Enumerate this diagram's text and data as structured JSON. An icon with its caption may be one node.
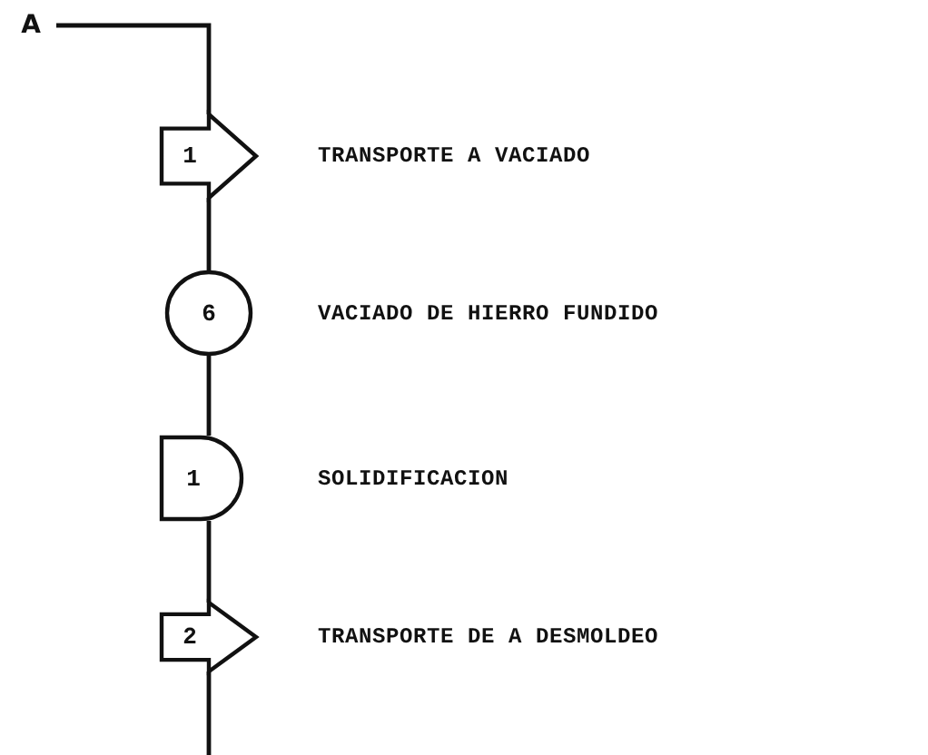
{
  "diagram": {
    "nodes": [
      {
        "text": [
          "A"
        ]
      },
      {
        "text": [
          "1"
        ],
        "beside": [
          "TRANSPORTE A VACIADO"
        ]
      },
      {
        "text": [
          "6"
        ],
        "beside": [
          "VACIADO DE HIERRO FUNDIDO"
        ]
      },
      {
        "text": [
          "1"
        ],
        "beside": [
          "SOLIDIFICACION"
        ]
      },
      {
        "text": [
          "2"
        ],
        "beside": [
          "TRANSPORTE DE A DESMOLDEO"
        ]
      }
    ],
    "edges": [
      {
        "from": 0,
        "to": 1,
        "arrow": "none"
      },
      {
        "from": 1,
        "to": 2,
        "arrow": "none"
      },
      {
        "from": 2,
        "to": 3,
        "arrow": "none"
      },
      {
        "from": 3,
        "to": 4,
        "arrow": "none"
      },
      {
        "from": 4,
        "to": null,
        "arrow": "none"
      }
    ]
  }
}
